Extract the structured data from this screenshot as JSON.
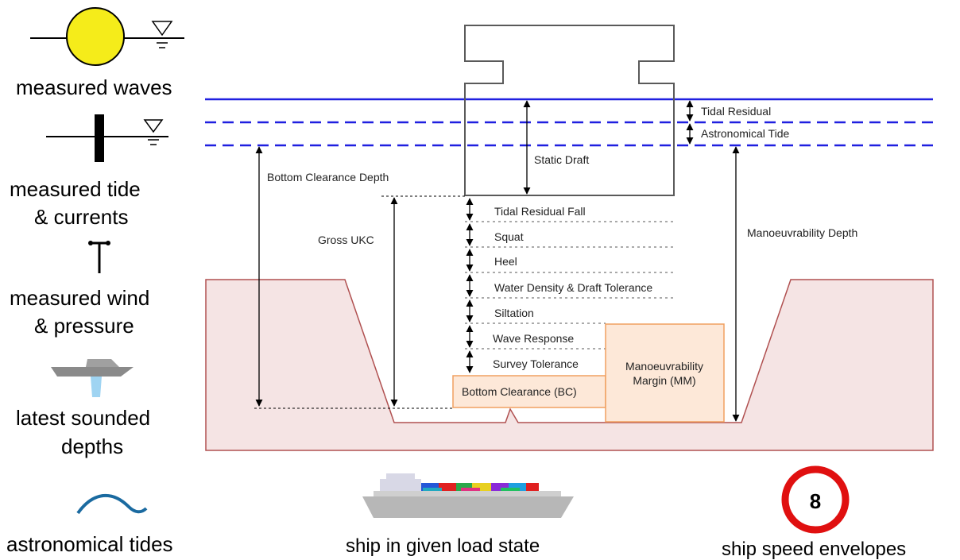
{
  "inputs": {
    "waves": "measured waves",
    "tide_line1": "measured tide",
    "tide_line2": "& currents",
    "wind_line1": "measured wind",
    "wind_line2": "& pressure",
    "depths_line1": "latest sounded",
    "depths_line2": "depths",
    "astro": "astronomical tides"
  },
  "labels": {
    "tidal_residual": "Tidal Residual",
    "astronomical_tide": "Astronomical Tide",
    "static_draft": "Static Draft",
    "bottom_clearance_depth": "Bottom Clearance Depth",
    "gross_ukc": "Gross UKC",
    "manoeuvrability_depth": "Manoeuvrability Depth",
    "tidal_residual_fall": "Tidal Residual Fall",
    "squat": "Squat",
    "heel": "Heel",
    "water_density": "Water Density & Draft Tolerance",
    "siltation": "Siltation",
    "wave_response": "Wave Response",
    "survey_tolerance": "Survey Tolerance",
    "bottom_clearance": "Bottom Clearance (BC)",
    "mm_line1": "Manoeuvrability",
    "mm_line2": "Margin (MM)"
  },
  "bottom": {
    "ship_load": "ship in given load state",
    "speed_sign": "8",
    "speed_envelopes": "ship speed envelopes"
  },
  "colors": {
    "water_line": "#1f1fe0",
    "channel_fill": "#f5e4e4",
    "channel_stroke": "#b05050",
    "box_stroke": "#f0a060",
    "box_fill": "#fde8d8",
    "sun": "#f5ec1a",
    "sign_red": "#e01010",
    "wave_blue": "#1a6aa0"
  }
}
